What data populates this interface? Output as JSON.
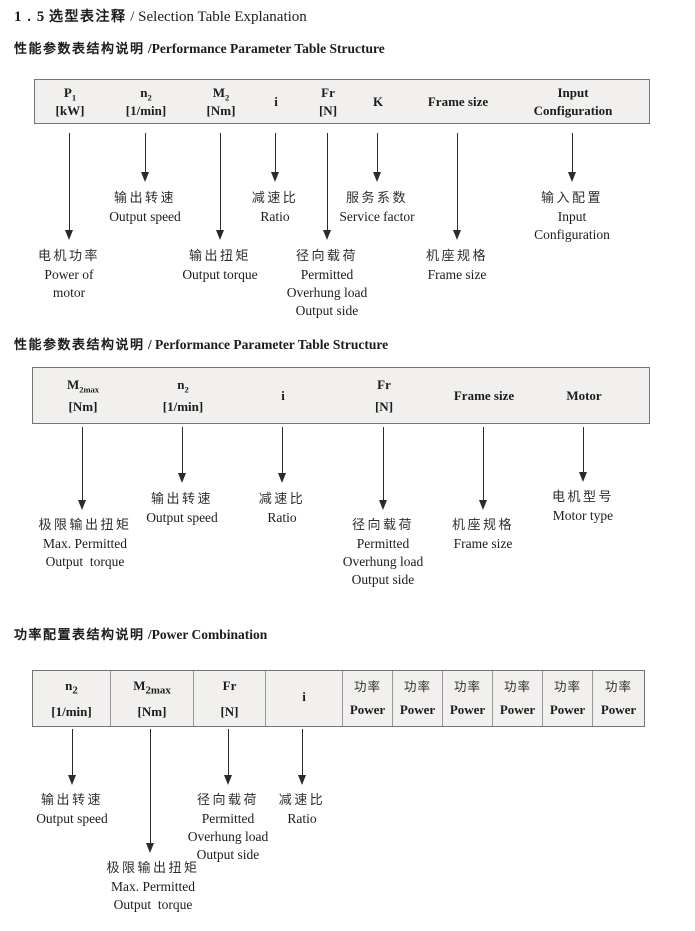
{
  "page": {
    "title": {
      "num": "1 . 5",
      "zh": "选型表注释",
      "en": "/ Selection Table Explanation"
    }
  },
  "section1": {
    "heading_zh": "性能参数表结构说明",
    "heading_en": "/Performance Parameter Table Structure",
    "table": {
      "cols": [
        {
          "sym": "P",
          "sub": "1",
          "unit": "[kW]"
        },
        {
          "sym": "n",
          "sub": "2",
          "unit": "[1/min]"
        },
        {
          "sym": "M",
          "sub": "2",
          "unit": "[Nm]"
        },
        {
          "sym": "i"
        },
        {
          "sym": "Fr",
          "unit": "[N]"
        },
        {
          "sym": "K"
        },
        {
          "sym": "Frame size"
        },
        {
          "sym": "Input",
          "unit": "Configuration"
        }
      ]
    },
    "labels": [
      {
        "cn": "电机功率",
        "en": "Power of\nmotor"
      },
      {
        "cn": "输出转速",
        "en": "Output speed"
      },
      {
        "cn": "输出扭矩",
        "en": "Output torque"
      },
      {
        "cn": "减速比",
        "en": "Ratio"
      },
      {
        "cn": "径向载荷",
        "en": "Permitted\nOverhung load\nOutput side"
      },
      {
        "cn": "服务系数",
        "en": "Service factor"
      },
      {
        "cn": "机座规格",
        "en": "Frame size"
      },
      {
        "cn": "输入配置",
        "en": "Input\nConfiguration"
      }
    ]
  },
  "section2": {
    "heading_zh": "性能参数表结构说明",
    "heading_en": "/ Performance Parameter Table Structure",
    "table": {
      "cols": [
        {
          "sym": "M",
          "sub": "2max",
          "unit": "[Nm]"
        },
        {
          "sym": "n",
          "sub": "2",
          "unit": "[1/min]"
        },
        {
          "sym": "i"
        },
        {
          "sym": "Fr",
          "unit": "[N]"
        },
        {
          "sym": "Frame size"
        },
        {
          "sym": "Motor"
        }
      ]
    },
    "labels": [
      {
        "cn": "极限输出扭矩",
        "en": "Max. Permitted\nOutput  torque"
      },
      {
        "cn": "输出转速",
        "en": "Output speed"
      },
      {
        "cn": "减速比",
        "en": "Ratio"
      },
      {
        "cn": "径向载荷",
        "en": "Permitted\nOverhung load\nOutput side"
      },
      {
        "cn": "机座规格",
        "en": "Frame size"
      },
      {
        "cn": "电机型号",
        "en": "Motor type"
      }
    ]
  },
  "section3": {
    "heading_zh": "功率配置表结构说明",
    "heading_en": "/Power Combination",
    "table": {
      "cols": [
        {
          "sym": "n",
          "sub": "2",
          "unit": "[1/min]"
        },
        {
          "sym": "M",
          "sub": "2max",
          "unit": "[Nm]"
        },
        {
          "sym": "Fr",
          "unit": "[N]"
        },
        {
          "sym": "i"
        },
        {
          "cn": "功率",
          "en": "Power"
        },
        {
          "cn": "功率",
          "en": "Power"
        },
        {
          "cn": "功率",
          "en": "Power"
        },
        {
          "cn": "功率",
          "en": "Power"
        },
        {
          "cn": "功率",
          "en": "Power"
        },
        {
          "cn": "功率",
          "en": "Power"
        }
      ]
    },
    "labels": [
      {
        "cn": "输出转速",
        "en": "Output speed"
      },
      {
        "cn": "极限输出扭矩",
        "en": "Max. Permitted\nOutput  torque"
      },
      {
        "cn": "径向载荷",
        "en": "Permitted\nOverhung load\nOutput side"
      },
      {
        "cn": "减速比",
        "en": "Ratio"
      }
    ]
  }
}
